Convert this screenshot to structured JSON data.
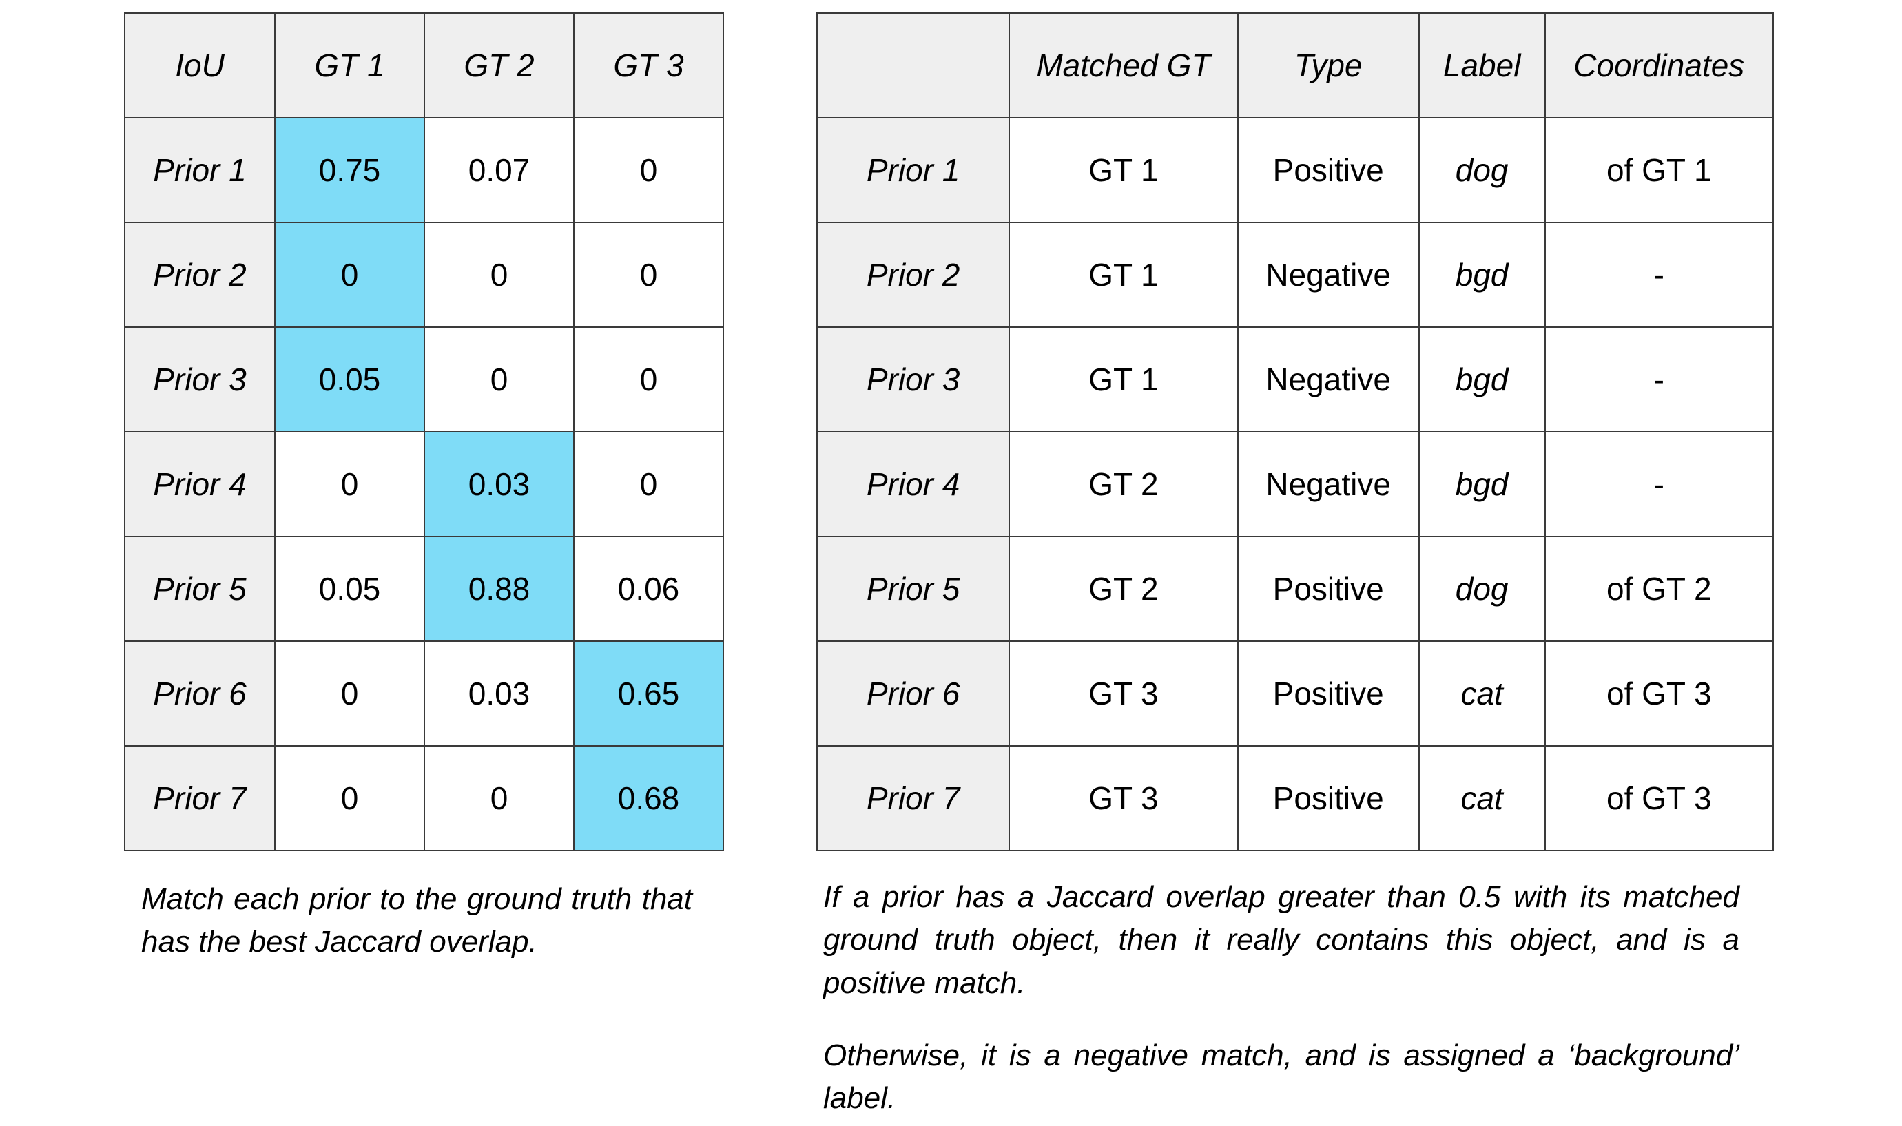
{
  "colors": {
    "highlight": "#7fdcf7",
    "header_bg": "#efefef",
    "border": "#3a3a3a",
    "text": "#000000",
    "page_bg": "#ffffff"
  },
  "iou_table": {
    "name": "iou-matrix-table",
    "corner_label": "IoU",
    "column_headers": [
      "GT 1",
      "GT 2",
      "GT 3"
    ],
    "row_headers": [
      "Prior 1",
      "Prior 2",
      "Prior 3",
      "Prior 4",
      "Prior 5",
      "Prior 6",
      "Prior 7"
    ],
    "rows": [
      {
        "header": "Prior 1",
        "cells": [
          {
            "value": "0.75",
            "highlighted": true
          },
          {
            "value": "0.07",
            "highlighted": false
          },
          {
            "value": "0",
            "highlighted": false
          }
        ]
      },
      {
        "header": "Prior 2",
        "cells": [
          {
            "value": "0",
            "highlighted": true
          },
          {
            "value": "0",
            "highlighted": false
          },
          {
            "value": "0",
            "highlighted": false
          }
        ]
      },
      {
        "header": "Prior 3",
        "cells": [
          {
            "value": "0.05",
            "highlighted": true
          },
          {
            "value": "0",
            "highlighted": false
          },
          {
            "value": "0",
            "highlighted": false
          }
        ]
      },
      {
        "header": "Prior 4",
        "cells": [
          {
            "value": "0",
            "highlighted": false
          },
          {
            "value": "0.03",
            "highlighted": true
          },
          {
            "value": "0",
            "highlighted": false
          }
        ]
      },
      {
        "header": "Prior 5",
        "cells": [
          {
            "value": "0.05",
            "highlighted": false
          },
          {
            "value": "0.88",
            "highlighted": true
          },
          {
            "value": "0.06",
            "highlighted": false
          }
        ]
      },
      {
        "header": "Prior 6",
        "cells": [
          {
            "value": "0",
            "highlighted": false
          },
          {
            "value": "0.03",
            "highlighted": false
          },
          {
            "value": "0.65",
            "highlighted": true
          }
        ]
      },
      {
        "header": "Prior 7",
        "cells": [
          {
            "value": "0",
            "highlighted": false
          },
          {
            "value": "0",
            "highlighted": false
          },
          {
            "value": "0.68",
            "highlighted": true
          }
        ]
      }
    ]
  },
  "match_table": {
    "name": "match-assignment-table",
    "corner_label": "",
    "column_headers": [
      "Matched GT",
      "Type",
      "Label",
      "Coordinates"
    ],
    "rows": [
      {
        "header": "Prior 1",
        "matched_gt": "GT 1",
        "type": "Positive",
        "label": "dog",
        "coordinates": "of GT 1"
      },
      {
        "header": "Prior 2",
        "matched_gt": "GT 1",
        "type": "Negative",
        "label": "bgd",
        "coordinates": "-"
      },
      {
        "header": "Prior 3",
        "matched_gt": "GT 1",
        "type": "Negative",
        "label": "bgd",
        "coordinates": "-"
      },
      {
        "header": "Prior 4",
        "matched_gt": "GT 2",
        "type": "Negative",
        "label": "bgd",
        "coordinates": "-"
      },
      {
        "header": "Prior 5",
        "matched_gt": "GT 2",
        "type": "Positive",
        "label": "dog",
        "coordinates": "of GT 2"
      },
      {
        "header": "Prior 6",
        "matched_gt": "GT 3",
        "type": "Positive",
        "label": "cat",
        "coordinates": "of GT 3"
      },
      {
        "header": "Prior 7",
        "matched_gt": "GT 3",
        "type": "Positive",
        "label": "cat",
        "coordinates": "of GT 3"
      }
    ]
  },
  "captions": {
    "left": "Match each prior to the ground truth that has the best Jaccard overlap.",
    "right_1": "If a prior has a Jaccard overlap greater than 0.5 with its matched ground truth object, then it really contains this object, and is a positive match.",
    "right_2": "Otherwise, it is a negative match, and is assigned a ‘background’ label."
  }
}
